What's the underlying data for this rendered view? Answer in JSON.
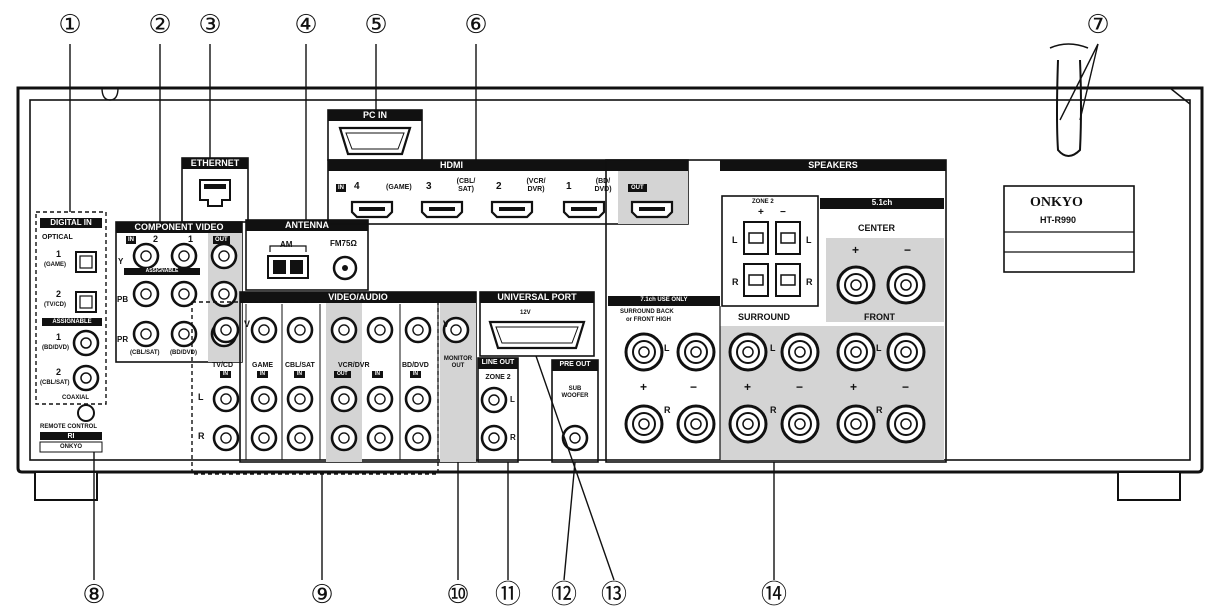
{
  "callouts": [
    "①",
    "②",
    "③",
    "④",
    "⑤",
    "⑥",
    "⑦",
    "⑧",
    "⑨",
    "⑩",
    "⑪",
    "⑫",
    "⑬",
    "⑭"
  ],
  "digital_in": {
    "title": "DIGITAL IN",
    "optical": "OPTICAL",
    "opt1_num": "1",
    "opt1_src": "(GAME)",
    "opt2_num": "2",
    "opt2_src": "(TV/CD)",
    "assignable": "ASSIGNABLE",
    "coax1_num": "1",
    "coax1_src": "(BD/DVD)",
    "coax2_num": "2",
    "coax2_src": "(CBL/SAT)",
    "coaxial": "COAXIAL",
    "remote": "REMOTE CONTROL",
    "ri": "RI",
    "remote_sub": "ONKYO"
  },
  "component": {
    "title": "COMPONENT VIDEO",
    "in_badge": "IN",
    "col1": "1",
    "col2": "2",
    "out_badge": "OUT",
    "assignable": "ASSIGNABLE",
    "y": "Y",
    "pb": "PB",
    "pr": "PR",
    "src1": "(CBL/SAT)",
    "src2": "(BD/DVD)"
  },
  "ethernet": {
    "title": "ETHERNET"
  },
  "antenna": {
    "title": "ANTENNA",
    "am": "AM",
    "fm": "FM75Ω"
  },
  "pc_in": {
    "title": "PC IN"
  },
  "hdmi": {
    "title": "HDMI",
    "in_badge": "IN",
    "out_badge": "OUT",
    "inputs": [
      {
        "num": "4",
        "src": "(GAME)"
      },
      {
        "num": "3",
        "src": "(CBL/ SAT)"
      },
      {
        "num": "2",
        "src": "(VCR/ DVR)"
      },
      {
        "num": "1",
        "src": "(BD/ DVD)"
      }
    ]
  },
  "video_audio": {
    "title": "VIDEO/AUDIO",
    "v": "V",
    "l": "L",
    "r": "R",
    "groups": [
      {
        "name": "TV/CD",
        "badge": "IN"
      },
      {
        "name": "GAME",
        "badge": "IN"
      },
      {
        "name": "CBL/SAT",
        "badge": "IN"
      },
      {
        "name": "VCR/DVR",
        "badge": "OUT"
      },
      {
        "name": "",
        "badge": "IN"
      },
      {
        "name": "BD/DVD",
        "badge": "IN"
      }
    ],
    "monitor": "MONITOR OUT"
  },
  "universal_port": {
    "title": "UNIVERSAL PORT",
    "sub": "12V"
  },
  "line_out": {
    "title": "LINE OUT",
    "zone": "ZONE 2",
    "l": "L",
    "r": "R"
  },
  "pre_out": {
    "title": "PRE OUT",
    "sub": "SUB WOOFER"
  },
  "speakers": {
    "title": "SPEAKERS",
    "zone2": "ZONE 2",
    "plus": "+",
    "minus": "−",
    "l": "L",
    "r": "R",
    "ch51": "5.1ch",
    "center": "CENTER",
    "only71": "7.1ch USE ONLY",
    "surr_back": "SURROUND BACK",
    "front_high": "or FRONT HIGH",
    "surround": "SURROUND",
    "front": "FRONT"
  },
  "label_plate": {
    "brand": "ONKYO",
    "model": "HT-R990"
  }
}
